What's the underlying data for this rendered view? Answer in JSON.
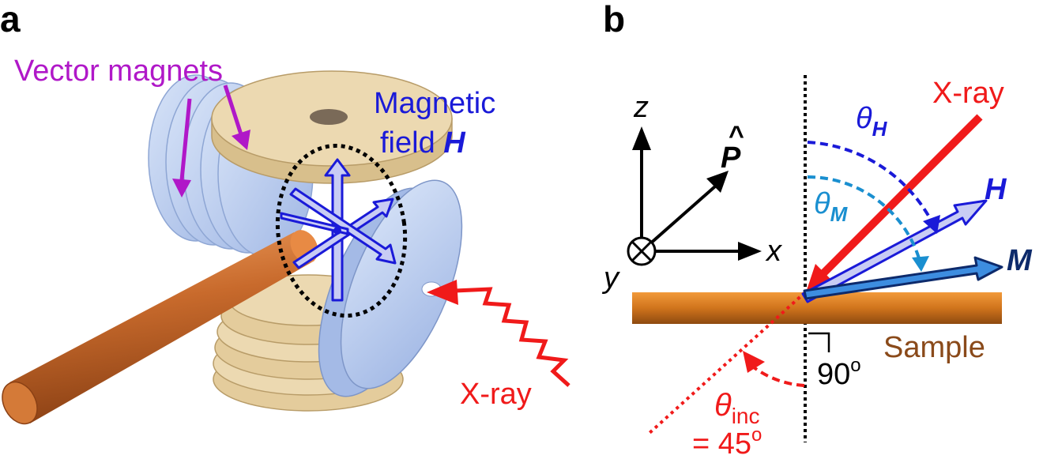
{
  "panel_a": {
    "letter": "a",
    "vector_magnets": "Vector magnets",
    "magnetic": "Magnetic",
    "field": "field",
    "field_symbol": "H",
    "xray": "X-ray"
  },
  "panel_b": {
    "letter": "b",
    "axis_z": "z",
    "axis_x": "x",
    "axis_y": "y",
    "p_symbol": "P",
    "p_hat": "^",
    "xray": "X-ray",
    "theta_h": "θ",
    "theta_h_sub": "H",
    "theta_m": "θ",
    "theta_m_sub": "M",
    "h_label": "H",
    "m_label": "M",
    "sample": "Sample",
    "right_angle": "90",
    "right_angle_sup": "o",
    "theta_inc": "θ",
    "theta_inc_sub": "inc",
    "inc_value": "= 45",
    "inc_value_sup": "o"
  },
  "colors": {
    "magnet_tan": "#ecd9b1",
    "magnet_blue": "#b4c8ec",
    "rod": "#c86a2c",
    "field_blue": "#1a1ad8",
    "xray_red": "#f01a1a",
    "purple": "#b018c8",
    "m_navy": "#0d2a6b",
    "theta_m_blue": "#1a8fd0",
    "sample_brown": "#8a4a1a"
  }
}
